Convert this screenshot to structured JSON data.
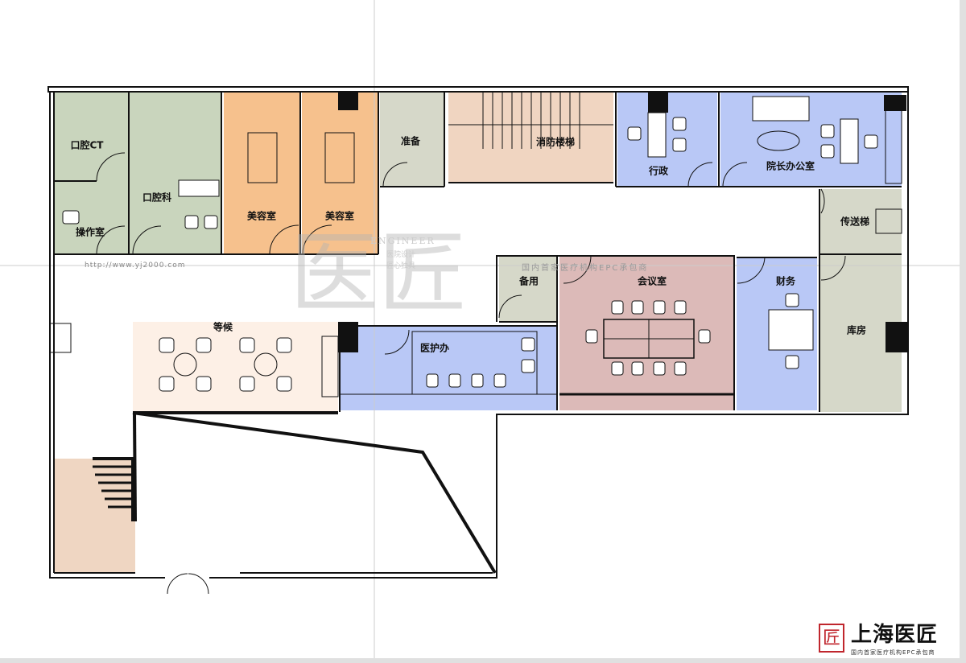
{
  "rooms": {
    "oral_ct": "口腔CT",
    "operation": "操作室",
    "stomatology": "口腔科",
    "beauty_1": "美容室",
    "beauty_2": "美容室",
    "prep": "准备",
    "fire_stairs": "消防楼梯",
    "admin": "行政",
    "president_office": "院长办公室",
    "dumbwaiter": "传送梯",
    "storage": "库房",
    "finance": "财务",
    "meeting": "会议室",
    "spare": "备用",
    "nurse_office": "医护办",
    "waiting": "等候"
  },
  "watermark": {
    "url": "http://www.yj2000.com",
    "slogan": "国内首家医疗机构EPC承包商",
    "seal_char": "医匠",
    "en": "ENGINEER",
    "line1": "医院设计",
    "line2": "匠心独具"
  },
  "logo": {
    "seal": "匠",
    "name": "上海医匠",
    "sub": "国内首家医疗机构EPC承包商"
  },
  "colors": {
    "green": "#c9d5bd",
    "orange": "#f6c18d",
    "grey": "#d6d8c9",
    "peach": "#f0d5c1",
    "blue": "#b9c8f6",
    "pink": "#dcbab8",
    "waiting": "#fdf0e6"
  }
}
